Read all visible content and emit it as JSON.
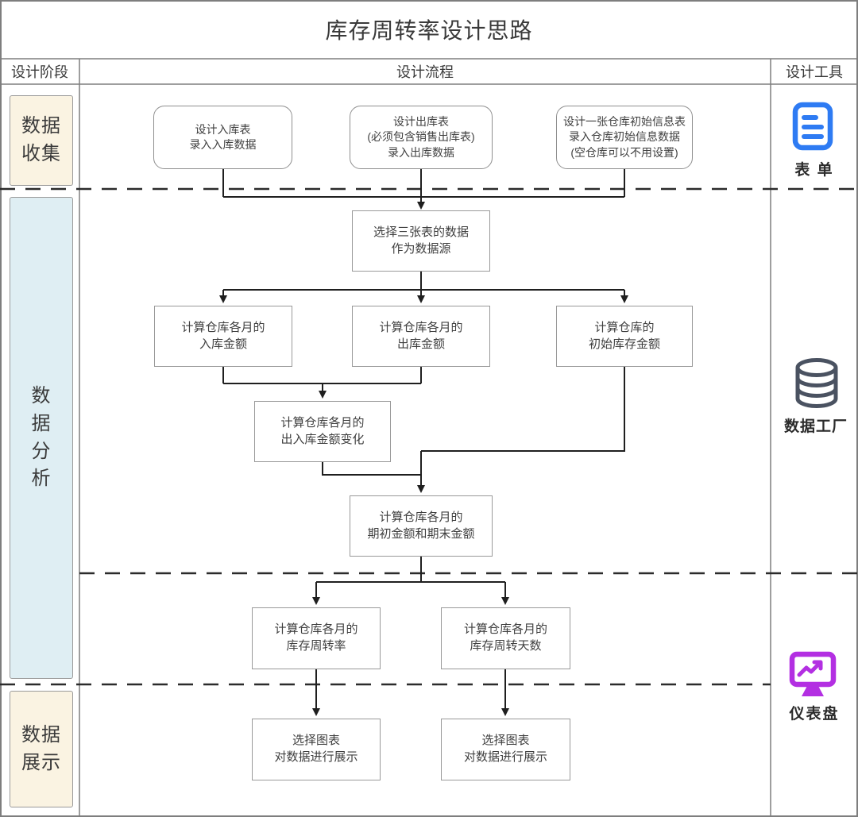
{
  "title": "库存周转率设计思路",
  "columns": {
    "phase": "设计阶段",
    "process": "设计流程",
    "tools": "设计工具"
  },
  "phases": [
    {
      "id": "collect",
      "label": "数据\n收集",
      "fill": "#faf3e2"
    },
    {
      "id": "analyze",
      "label": "数\n据\n分\n析",
      "fill": "#dfeef3"
    },
    {
      "id": "display",
      "label": "数据\n展示",
      "fill": "#faf3e2"
    }
  ],
  "tools": [
    {
      "id": "form",
      "icon": "form-document-icon",
      "label": "表 单",
      "color": "#2e7bf3"
    },
    {
      "id": "data-factory",
      "icon": "database-icon",
      "label": "数据工厂",
      "color": "#4a5261"
    },
    {
      "id": "dashboard",
      "icon": "dashboard-monitor-icon",
      "label": "仪表盘",
      "color": "#b32fe2"
    }
  ],
  "flow": {
    "collect": [
      {
        "id": "design-inbound-table",
        "label": "设计入库表\n录入入库数据"
      },
      {
        "id": "design-outbound-table",
        "label": "设计出库表\n(必须包含销售出库表)\n录入出库数据"
      },
      {
        "id": "design-initial-info-table",
        "label": "设计一张仓库初始信息表\n录入仓库初始信息数据\n(空仓库可以不用设置)"
      }
    ],
    "analyze": [
      {
        "id": "select-datasource",
        "label": "选择三张表的数据\n作为数据源"
      },
      {
        "id": "monthly-inbound-amount",
        "label": "计算仓库各月的\n入库金额"
      },
      {
        "id": "monthly-outbound-amount",
        "label": "计算仓库各月的\n出库金额"
      },
      {
        "id": "initial-stock-amount",
        "label": "计算仓库的\n初始库存金额"
      },
      {
        "id": "inout-amount-change",
        "label": "计算仓库各月的\n出入库金额变化"
      },
      {
        "id": "opening-closing-amount",
        "label": "计算仓库各月的\n期初金额和期末金额"
      },
      {
        "id": "turnover-rate",
        "label": "计算仓库各月的\n库存周转率"
      },
      {
        "id": "turnover-days",
        "label": "计算仓库各月的\n库存周转天数"
      }
    ],
    "display": [
      {
        "id": "chart-display-rate",
        "label": "选择图表\n对数据进行展示"
      },
      {
        "id": "chart-display-days",
        "label": "选择图表\n对数据进行展示"
      }
    ]
  },
  "colors": {
    "grid_line": "#7e7e7e",
    "connector": "#1f1f1f",
    "dashed_divider": "#2b2b2b",
    "box_border": "#999999",
    "phase_collect_fill": "#faf3e2",
    "phase_analyze_fill": "#dfeef3",
    "phase_display_fill": "#faf3e2",
    "form_icon_blue": "#2e7bf3",
    "database_icon_gray": "#4a5261",
    "dashboard_icon_purple": "#b32fe2"
  }
}
